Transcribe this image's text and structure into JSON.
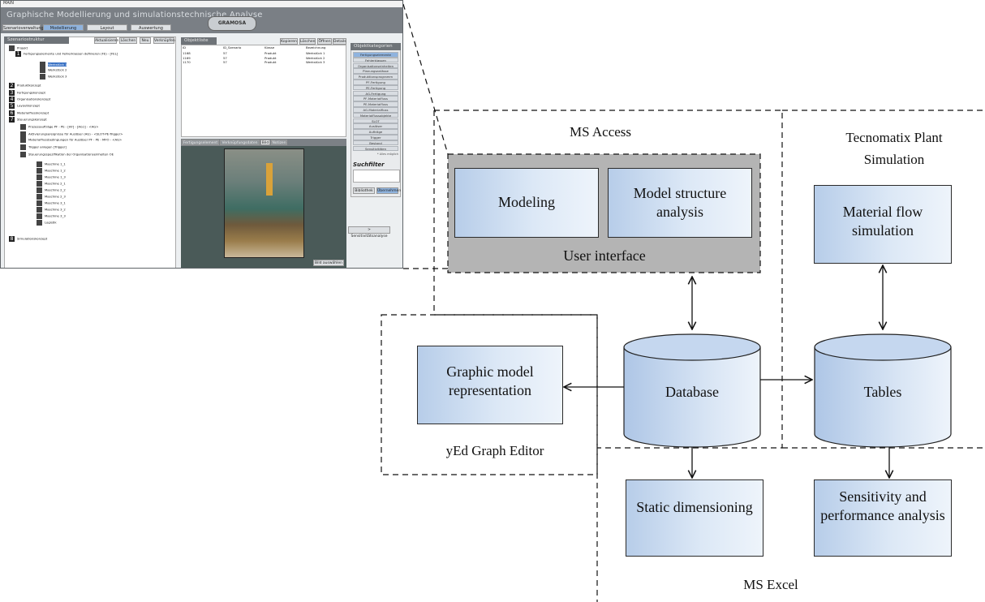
{
  "app": {
    "window_title": "MAIN",
    "title": "Graphische Modellierung und simulationstechnische Analyse",
    "logo": "GRAMOSA",
    "nav": [
      "Szenarioverwaltung",
      "Modellierung",
      "Layout",
      "Auswertung"
    ],
    "left_panel": {
      "title": "Szenariostruktur",
      "buttons": [
        "Aktualisieren",
        "Löschen",
        "Neu",
        "Verknüpfen"
      ],
      "tree": [
        {
          "num": "",
          "label": "Projekt"
        },
        {
          "num": "1",
          "label": "Fertigungselemente und Fehlerklassen definieren (FE) - [FEL]"
        },
        {
          "num": "",
          "label": "Werkstück 1"
        },
        {
          "num": "",
          "label": "Werkstück 2"
        },
        {
          "num": "",
          "label": "Werkstück 3"
        },
        {
          "num": "2",
          "label": "Produktkonzept"
        },
        {
          "num": "3",
          "label": "Fertigungskonzept"
        },
        {
          "num": "4",
          "label": "Organisationskonzept"
        },
        {
          "num": "5",
          "label": "Layoutkonzept"
        },
        {
          "num": "6",
          "label": "Materialflusskonzept"
        },
        {
          "num": "7",
          "label": "Steuerungskonzept"
        },
        {
          "num": "",
          "label": "Prozessaufträge PF - PE - [AF] - [AG1] - <AG>"
        },
        {
          "num": "",
          "label": "Aktivierungsereignisse für Auslöser (AG) - <SLOT-PE-Trigger>"
        },
        {
          "num": "",
          "label": "Materialflussbedingungen für Auslöser PF - PE - MFO - <AG>"
        },
        {
          "num": "",
          "label": "Trigger anlegen [Trigger]"
        },
        {
          "num": "",
          "label": "Steuerungsspezifikation der Organisationseinheiten OE"
        },
        {
          "num": "",
          "label": "Maschine 1_1"
        },
        {
          "num": "",
          "label": "Maschine 1_2"
        },
        {
          "num": "",
          "label": "Maschine 1_3"
        },
        {
          "num": "",
          "label": "Maschine 2_1"
        },
        {
          "num": "",
          "label": "Maschine 2_2"
        },
        {
          "num": "",
          "label": "Maschine 2_3"
        },
        {
          "num": "",
          "label": "Maschine 3_1"
        },
        {
          "num": "",
          "label": "Maschine 3_2"
        },
        {
          "num": "",
          "label": "Maschine 3_3"
        },
        {
          "num": "",
          "label": "Logistik"
        },
        {
          "num": "8",
          "label": "Simulationskonzept"
        }
      ]
    },
    "objects_panel": {
      "title": "Objektliste",
      "buttons": [
        "Kopieren",
        "Löschen",
        "Öffnen",
        "Details"
      ],
      "columns": [
        "ID",
        "ID_Szenario",
        "Klasse",
        "Bezeichnung"
      ],
      "rows": [
        [
          "1168",
          "57",
          "Produkt",
          "Werkstück 1"
        ],
        [
          "1169",
          "57",
          "Produkt",
          "Werkstück 2"
        ],
        [
          "1170",
          "57",
          "Produkt",
          "Werkstück 3"
        ]
      ]
    },
    "detail_tabs": [
      "Fertigungselement",
      "Verknüpfungsdaten",
      "Bild",
      "Notizen"
    ],
    "image_button": "Bild auswählen",
    "sens_button": "> Sensitivitätsanalyse",
    "categories": {
      "title": "Objektkategorien",
      "items": [
        "Fertigungselemente",
        "Fehlerklassen",
        "Organisationseinheiten",
        "Planungsanlässe",
        "Produktionsprogramm",
        "PF-Fertigung",
        "PE-Fertigung",
        "AG-Fertigung",
        "PF-Materialfluss",
        "PE-Materialfluss",
        "AG-Materialfluss",
        "Materialflussobjekte",
        "SLOT",
        "Auslöser",
        "Aufträge",
        "Trigger",
        "Bestand",
        "Sensitivitäten"
      ],
      "note": "* Alles möglich",
      "search_title": "Suchfilter",
      "search_buttons": [
        "Bibliothek",
        "Übernehmen"
      ]
    }
  },
  "diagram": {
    "ms_access_label": "MS Access",
    "modeling": "Modeling",
    "model_structure_analysis": "Model structure analysis",
    "user_interface": "User interface",
    "tecnomatix_label": "Tecnomatix Plant Simulation",
    "material_flow_simulation": "Material flow simulation",
    "database": "Database",
    "tables": "Tables",
    "graphic_model_representation": "Graphic model representation",
    "yed_label": "yEd Graph Editor",
    "static_dimensioning": "Static dimensioning",
    "sensitivity_analysis": "Sensitivity and performance analysis",
    "ms_excel_label": "MS Excel"
  }
}
